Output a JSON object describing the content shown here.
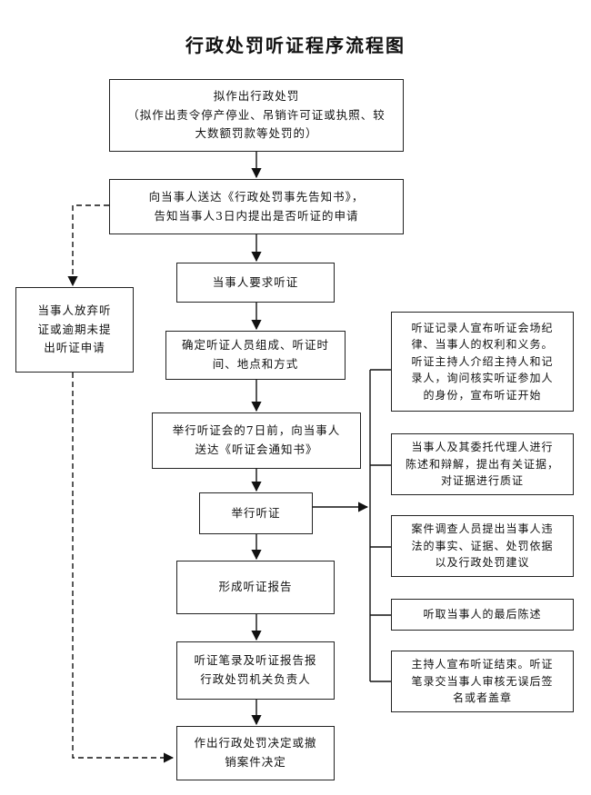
{
  "title": "行政处罚听证程序流程图",
  "nodes": {
    "step1": {
      "line1": "拟作出行政处罚",
      "line2": "（拟作出责令停产停业、吊销许可证或执照、较",
      "line3": "大数额罚款等处罚的）"
    },
    "step2": {
      "line1": "向当事人送达《行政处罚事先告知书》，",
      "line2": "告知当事人3日内提出是否听证的申请"
    },
    "step3": {
      "line1": "当事人要求听证"
    },
    "waive": {
      "line1": "当事人放弃听",
      "line2": "证或逾期未提",
      "line3": "出听证申请"
    },
    "step4": {
      "line1": "确定听证人员组成、听证时",
      "line2": "间、地点和方式"
    },
    "step5": {
      "line1": "举行听证会的7日前，向当事人",
      "line2": "送达《听证会通知书》"
    },
    "step6": {
      "line1": "举行听证"
    },
    "step7": {
      "line1": "形成听证报告"
    },
    "step8": {
      "line1": "听证笔录及听证报告报",
      "line2": "行政处罚机关负责人"
    },
    "step9": {
      "line1": "作出行政处罚决定或撤",
      "line2": "销案件决定"
    }
  },
  "hearing_steps": [
    {
      "lines": [
        "听证记录人宣布听证会场纪",
        "律、当事人的权利和义务。",
        "听证主持人介绍主持人和记",
        "录人，询问核实听证参加人",
        "的身份，宣布听证开始"
      ]
    },
    {
      "lines": [
        "当事人及其委托代理人进行",
        "陈述和辩解，提出有关证据，",
        "对证据进行质证"
      ]
    },
    {
      "lines": [
        "案件调查人员提出当事人违",
        "法的事实、证据、处罚依据",
        "以及行政处罚建议"
      ]
    },
    {
      "lines": [
        "听取当事人的最后陈述"
      ]
    },
    {
      "lines": [
        "主持人宣布听证结束。听证",
        "笔录交当事人审核无误后签",
        "名或者盖章"
      ]
    }
  ]
}
